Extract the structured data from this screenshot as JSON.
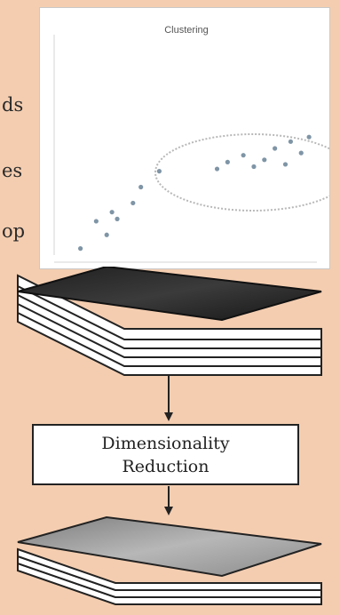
{
  "side_labels": [
    "ds",
    "es",
    "op"
  ],
  "scatter": {
    "title": "Clustering",
    "points": [
      {
        "x": 0.1,
        "y": 0.06
      },
      {
        "x": 0.16,
        "y": 0.18
      },
      {
        "x": 0.2,
        "y": 0.12
      },
      {
        "x": 0.22,
        "y": 0.22
      },
      {
        "x": 0.24,
        "y": 0.19
      },
      {
        "x": 0.3,
        "y": 0.26
      },
      {
        "x": 0.33,
        "y": 0.33
      },
      {
        "x": 0.4,
        "y": 0.4
      },
      {
        "x": 0.62,
        "y": 0.41
      },
      {
        "x": 0.66,
        "y": 0.44
      },
      {
        "x": 0.72,
        "y": 0.47
      },
      {
        "x": 0.76,
        "y": 0.42
      },
      {
        "x": 0.8,
        "y": 0.45
      },
      {
        "x": 0.84,
        "y": 0.5
      },
      {
        "x": 0.88,
        "y": 0.43
      },
      {
        "x": 0.9,
        "y": 0.53
      },
      {
        "x": 0.94,
        "y": 0.48
      },
      {
        "x": 0.97,
        "y": 0.55
      }
    ]
  },
  "reduction_box": {
    "line1": "Dimensionality",
    "line2": "Reduction"
  },
  "colors": {
    "background": "#f4cdb0",
    "top_layer": "#2b2b2b",
    "bottom_layer": "#9a9a9a",
    "point": "#7f95a6",
    "cluster_outline": "#b0b0b0"
  }
}
